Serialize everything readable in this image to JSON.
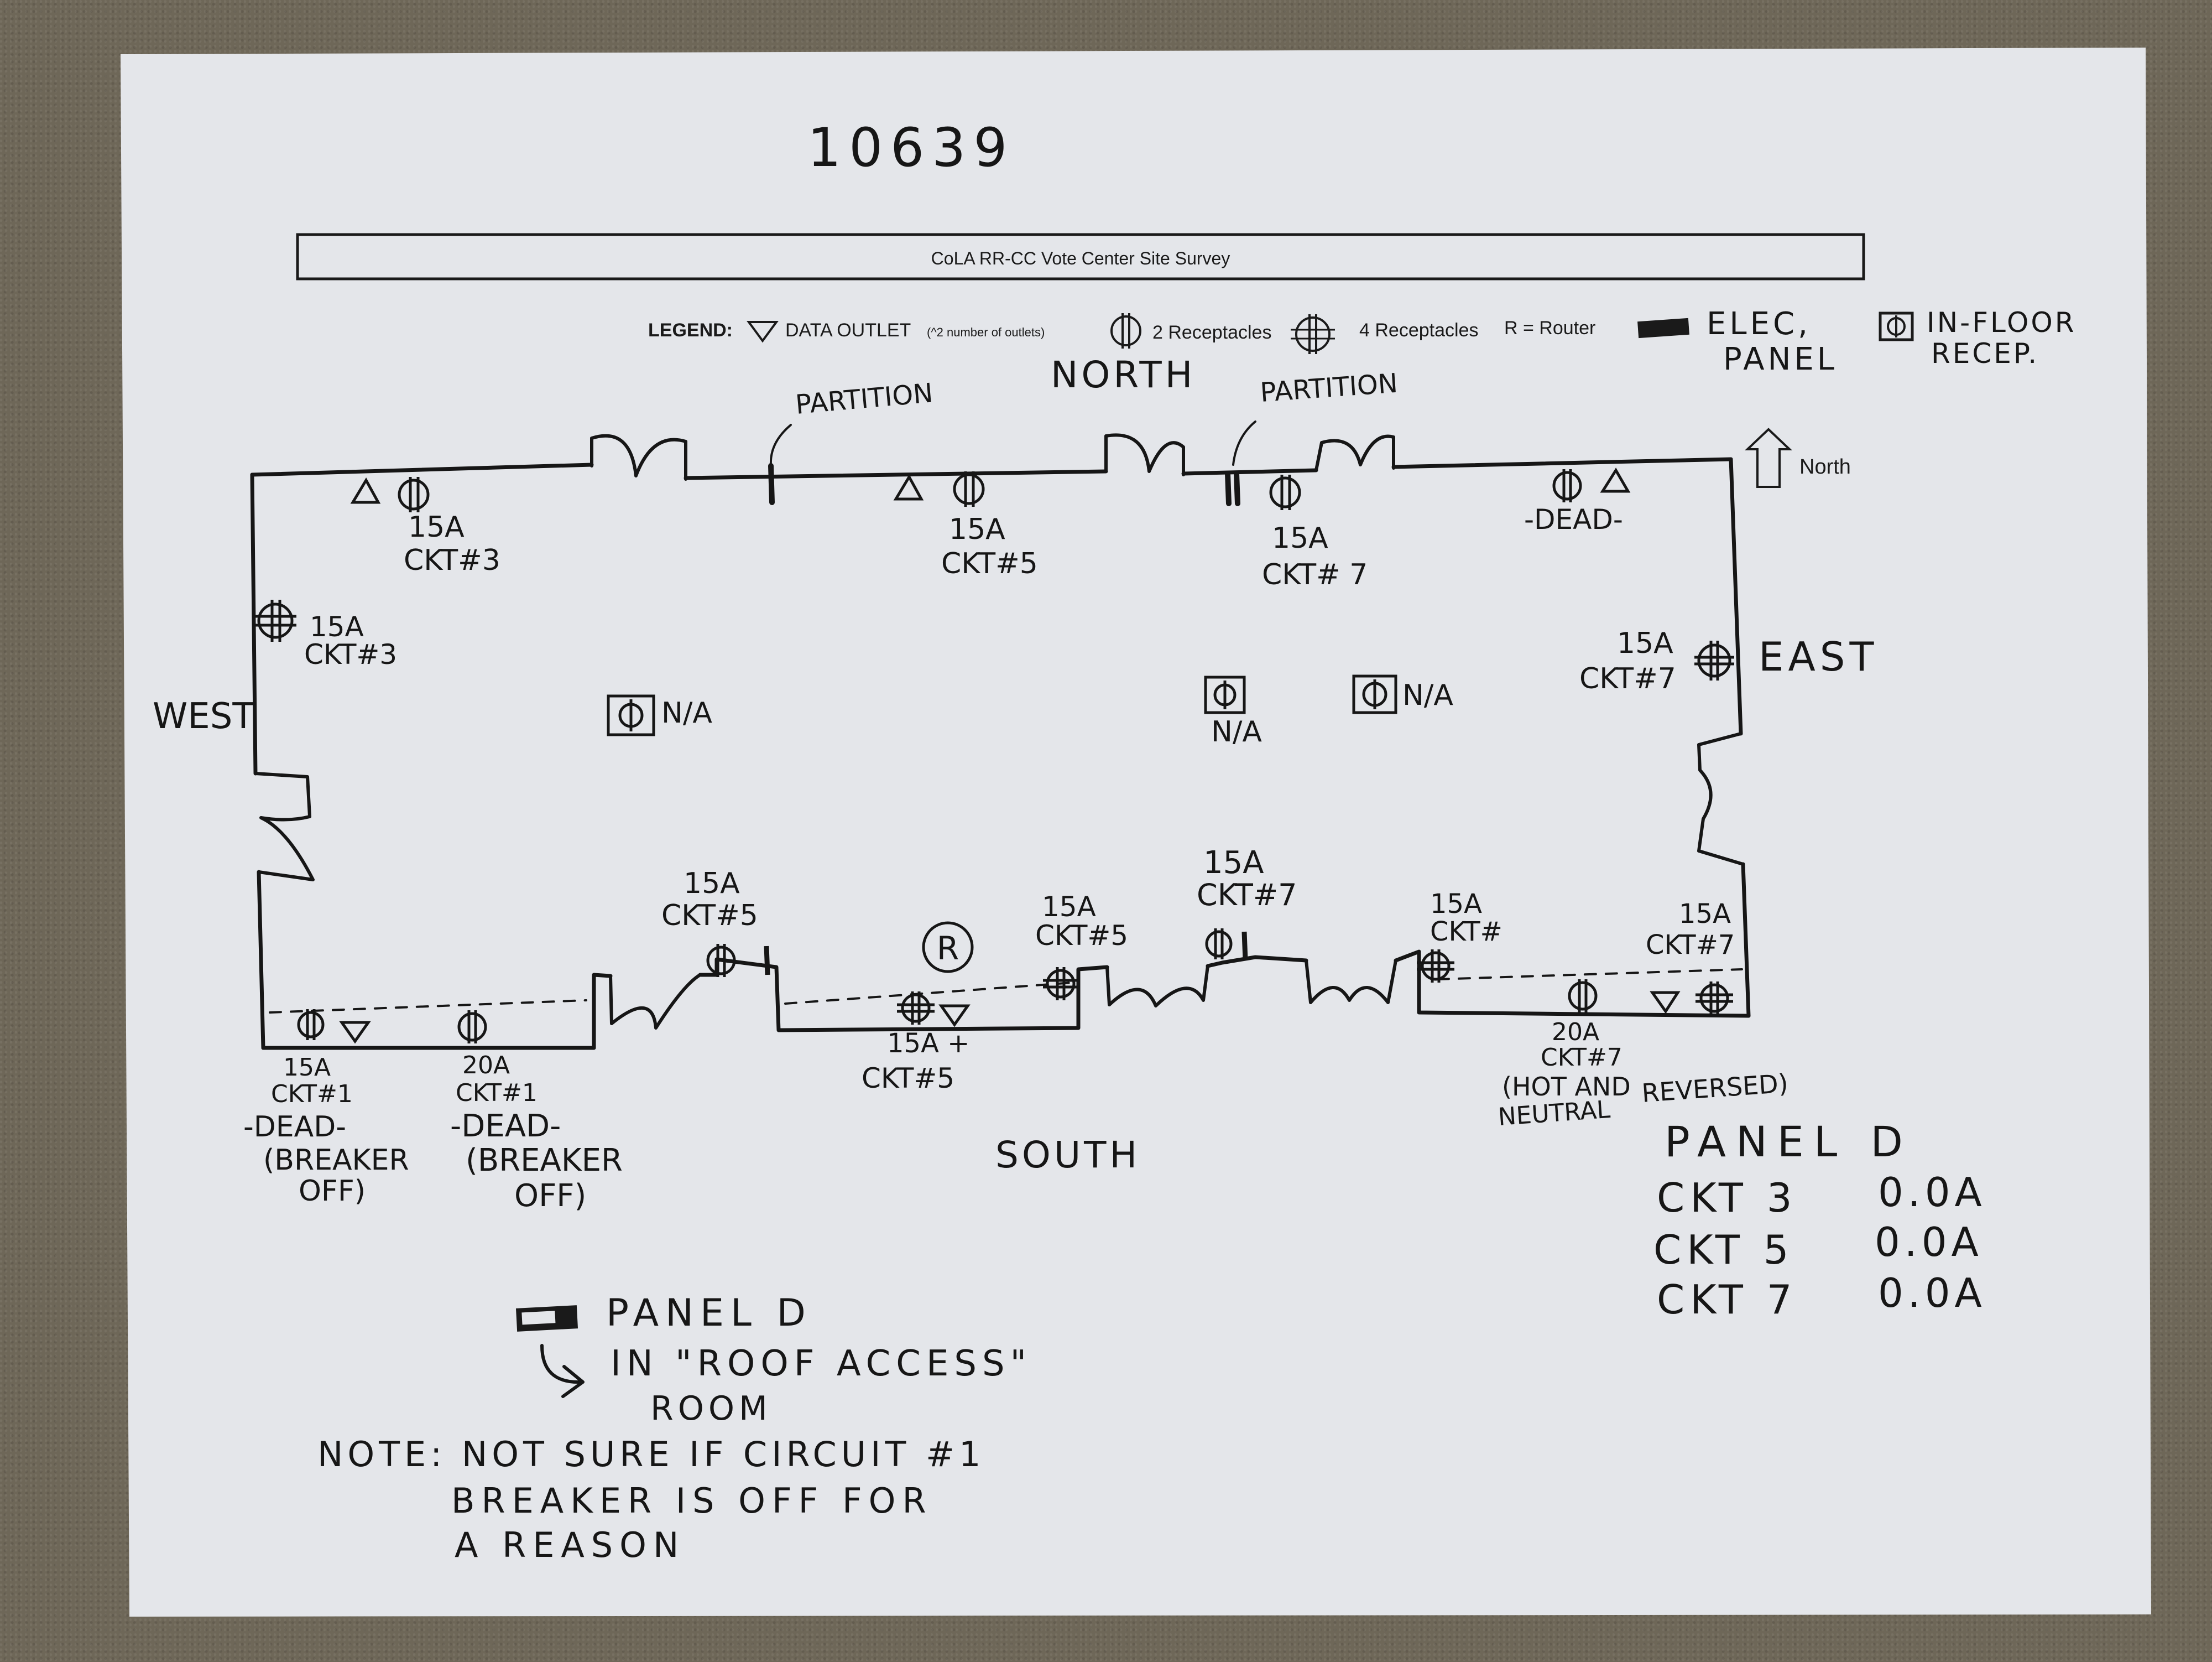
{
  "sheet_number": "10639",
  "form_title": "CoLA RR-CC Vote Center Site Survey",
  "legend": {
    "heading": "LEGEND:",
    "data_outlet": "DATA OUTLET",
    "data_outlet_note": "(^2 number of outlets)",
    "two_receptacles": "2 Receptacles",
    "four_receptacles": "4 Receptacles",
    "router": "R = Router",
    "elec_panel_1": "ELEC,",
    "elec_panel_2": "PANEL",
    "in_floor_1": "IN-FLOOR",
    "in_floor_2": "RECEP."
  },
  "north_arrow_label": "North",
  "walls": {
    "north": "NORTH",
    "south": "SOUTH",
    "east": "EAST",
    "west": "WEST"
  },
  "partitions": [
    "PARTITION",
    "PARTITION"
  ],
  "router_letter": "R",
  "labels": {
    "n1_a": "15A",
    "n1_b": "CKT#3",
    "n2_a": "15A",
    "n2_b": "CKT#5",
    "n3_a": "15A",
    "n3_b": "CKT# 7",
    "n4": "-DEAD-",
    "w1_a": "15A",
    "w1_b": "CKT#3",
    "e1_a": "15A",
    "e1_b": "CKT#7",
    "floor1": "N/A",
    "floor2": "N/A",
    "floor3": "N/A",
    "s1_a": "15A",
    "s1_b": "CKT#5",
    "s2_a": "15A",
    "s2_b": "CKT#5",
    "s3_a": "15A",
    "s3_b": "CKT#7",
    "s4_a": "15A",
    "s4_b": "CKT#",
    "s5_a": "15A",
    "s5_b": "CKT#7",
    "b1_a": "15A",
    "b1_b": "CKT#1",
    "b1_c": "-DEAD-",
    "b1_d": "(BREAKER",
    "b1_e": "OFF)",
    "b2_a": "20A",
    "b2_b": "CKT#1",
    "b2_c": "-DEAD-",
    "b2_d": "(BREAKER",
    "b2_e": "OFF)",
    "b3_a": "15A +",
    "b3_b": "CKT#5",
    "b4_a": "20A",
    "b4_b": "CKT#7",
    "b4_c": "(HOT AND",
    "b4_d": "REVERSED)",
    "b4_e": "NEUTRAL"
  },
  "panel_readings": {
    "title": "PANEL D",
    "rows": [
      {
        "ckt": "CKT 3",
        "amps": "0.0A"
      },
      {
        "ckt": "CKT 5",
        "amps": "0.0A"
      },
      {
        "ckt": "CKT 7",
        "amps": "0.0A"
      }
    ]
  },
  "panel_location": {
    "line1": "PANEL D",
    "line2": "IN \"ROOF ACCESS\"",
    "line3": "ROOM"
  },
  "note": {
    "line1": "NOTE: NOT SURE IF CIRCUIT #1",
    "line2": "BREAKER IS OFF FOR",
    "line3": "A REASON"
  }
}
